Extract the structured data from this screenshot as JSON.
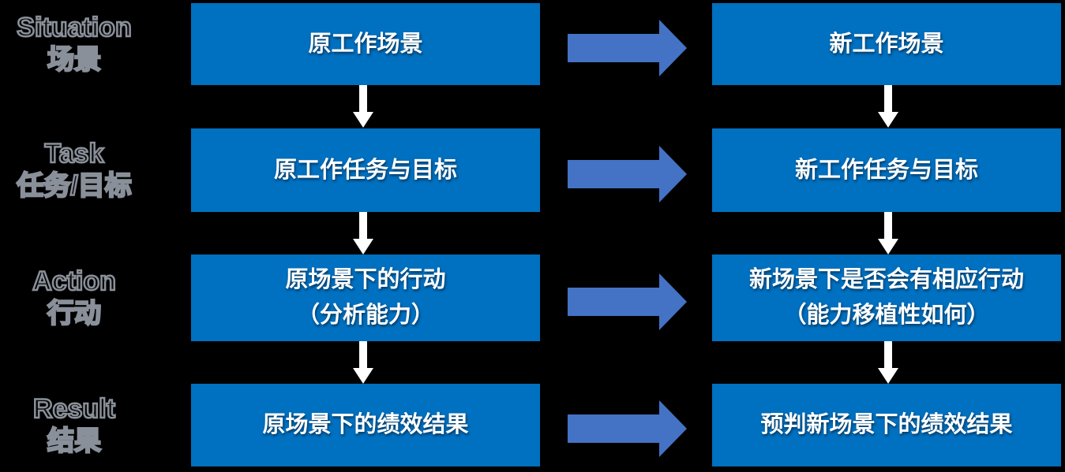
{
  "diagram_type": "STAR framework transfer flowchart",
  "colors": {
    "background": "#000000",
    "box_blue": "#0070C0",
    "transfer_arrow_blue": "#4472C4",
    "flow_arrow_white": "#FFFFFF",
    "label_outline_gray": "#8A9099",
    "box_text_white": "#FFFFFF"
  },
  "rows": [
    {
      "label_en": "Situation",
      "label_zh": "场景",
      "old": {
        "lines": [
          "原工作场景"
        ]
      },
      "new": {
        "lines": [
          "新工作场景"
        ]
      }
    },
    {
      "label_en": "Task",
      "label_zh": "任务/目标",
      "old": {
        "lines": [
          "原工作任务与目标"
        ]
      },
      "new": {
        "lines": [
          "新工作任务与目标"
        ]
      }
    },
    {
      "label_en": "Action",
      "label_zh": "行动",
      "old": {
        "lines": [
          "原场景下的行动",
          "（分析能力）"
        ]
      },
      "new": {
        "lines": [
          "新场景下是否会有相应行动",
          "（能力移植性如何）"
        ]
      }
    },
    {
      "label_en": "Result",
      "label_zh": "结果",
      "old": {
        "lines": [
          "原场景下的绩效结果"
        ]
      },
      "new": {
        "lines": [
          "预判新场景下的绩效结果"
        ]
      }
    }
  ]
}
